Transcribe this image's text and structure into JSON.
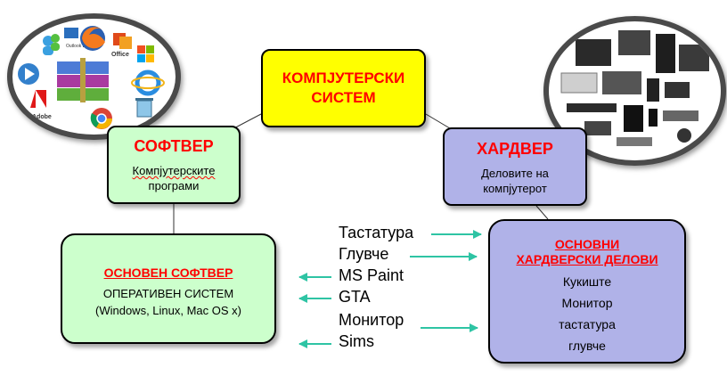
{
  "main": {
    "title": "КОМПЈУТЕРСКИ\nСИСТЕМ"
  },
  "software": {
    "title": "СОФТВЕР",
    "desc_word": "Компјутерските",
    "desc_rest": "програми"
  },
  "hardware": {
    "title": "ХАРДВЕР",
    "desc": "Деловите на\nкомпјутерот"
  },
  "basic_software": {
    "title": "ОСНОВЕН СОФТВЕР",
    "line1": "ОПЕРАТИВЕН СИСТЕМ",
    "line2": "(Windows, Linux, Mac OS x)"
  },
  "hardware_parts": {
    "title": "ОСНОВНИ\nХАРДВЕРСКИ ДЕЛОВИ",
    "items": [
      "Кукиште",
      "Монитор",
      "тастатура",
      "глувче"
    ]
  },
  "middle_items": [
    "Тастатура",
    "Глувче",
    "MS Paint",
    "GTA",
    "Монитор",
    "Sims"
  ],
  "software_icons": {
    "labels": [
      "Windows Live Messenger",
      "Outlook Express",
      "Office",
      "Adobe",
      "WinRAR"
    ]
  },
  "colors": {
    "main_fill": "#ffff00",
    "software_fill": "#ccffcc",
    "hardware_fill": "#b0b2e8",
    "title_red": "#ff0000",
    "arrow_teal": "#2ec4a4"
  }
}
